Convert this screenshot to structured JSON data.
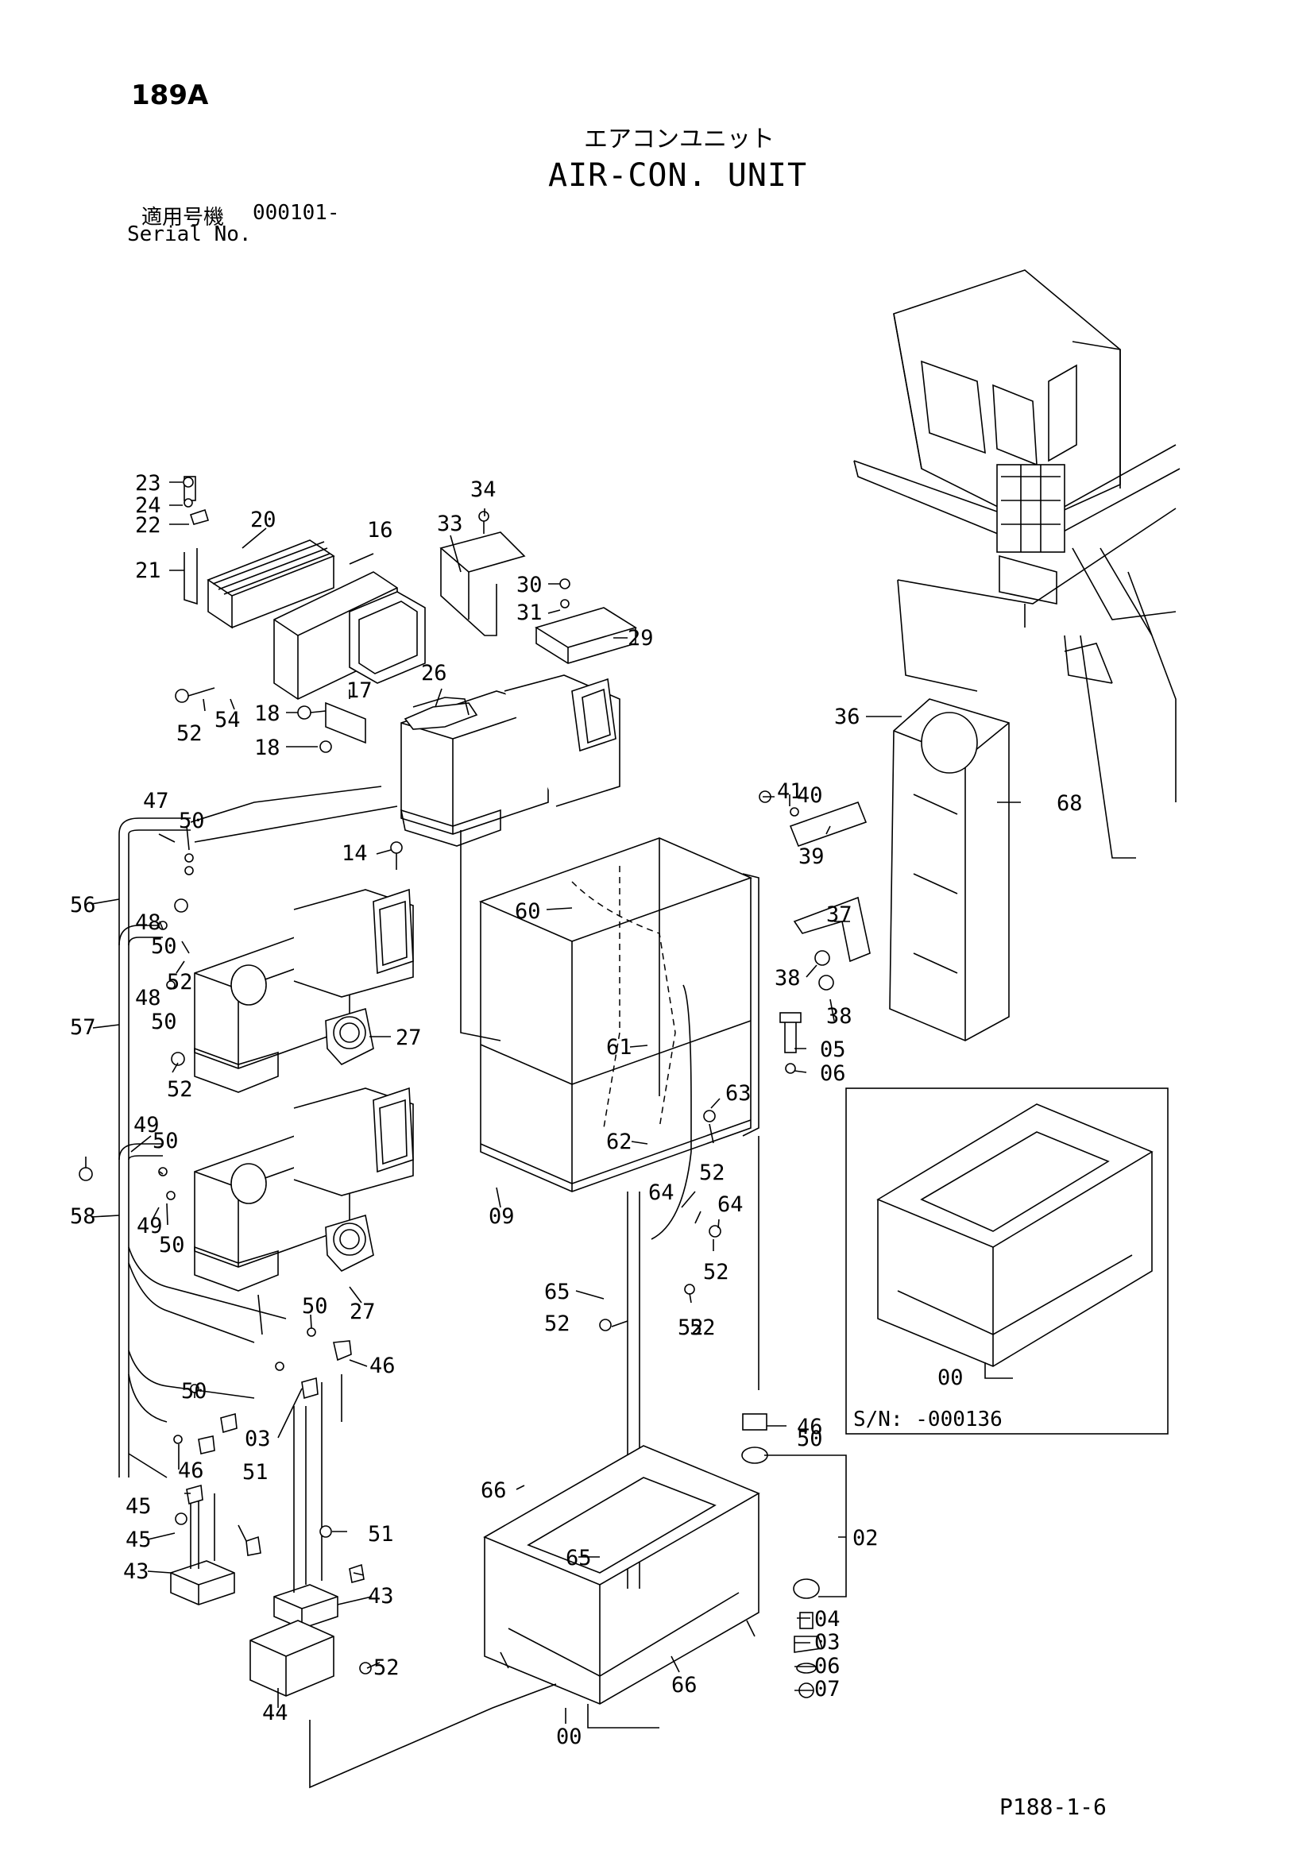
{
  "header": {
    "page_number": "189A",
    "title_jp": "エアコンユニット",
    "title_en": "AIR-CON. UNIT",
    "serial_label_jp": "適用号機",
    "serial_value": "000101-",
    "serial_label_en": "Serial No."
  },
  "inset": {
    "caption": "S/N:  -000136"
  },
  "footer": {
    "page_ref": "P188-1-6"
  },
  "part_labels": [
    "23",
    "24",
    "22",
    "21",
    "20",
    "16",
    "33",
    "34",
    "30",
    "31",
    "29",
    "52",
    "54",
    "18",
    "18",
    "17",
    "26",
    "36",
    "40",
    "41",
    "68",
    "39",
    "47",
    "50",
    "14",
    "56",
    "48",
    "50",
    "52",
    "57",
    "48",
    "50",
    "52",
    "27",
    "60",
    "37",
    "38",
    "38",
    "05",
    "06",
    "61",
    "63",
    "52",
    "62",
    "09",
    "64",
    "64",
    "52",
    "52",
    "49",
    "50",
    "58",
    "49",
    "50",
    "27",
    "65",
    "52",
    "52",
    "50",
    "46",
    "50",
    "46",
    "03",
    "50",
    "46",
    "51",
    "45",
    "45",
    "43",
    "51",
    "43",
    "66",
    "02",
    "65",
    "44",
    "52",
    "04",
    "03",
    "06",
    "07",
    "66",
    "00",
    "00"
  ]
}
